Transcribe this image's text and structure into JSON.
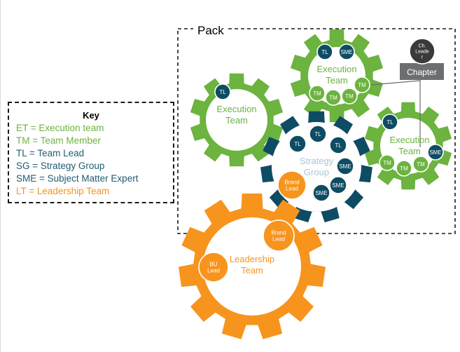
{
  "pack": {
    "label": "Pack"
  },
  "key": {
    "title": "Key",
    "entries": [
      {
        "text": "ET = Execution team",
        "color": "#6cb33f"
      },
      {
        "text": "TM = Team Member",
        "color": "#6cb33f"
      },
      {
        "text": "TL = Team Lead",
        "color": "#1f5c73"
      },
      {
        "text": "SG = Strategy Group",
        "color": "#1f5c73"
      },
      {
        "text": "SME = Subject Matter Expert",
        "color": "#1f5c73"
      },
      {
        "text": "LT = Leadership Team",
        "color": "#f5921e"
      }
    ]
  },
  "colors": {
    "green": "#6cb33f",
    "teal": "#0e4c63",
    "orange": "#f7941d",
    "gray": "#6d6e71",
    "dark_gray": "#3a3a3a"
  },
  "chapter": {
    "label": "Chapter",
    "leader_lines": [
      "Ch.",
      "Leade",
      "r"
    ]
  },
  "gears": {
    "execution_left": {
      "lines": [
        "Execution",
        "Team"
      ],
      "members": [
        "TL"
      ]
    },
    "execution_top": {
      "lines": [
        "Execution",
        "Team"
      ],
      "members": [
        "TL",
        "SME",
        "TM",
        "TM",
        "TM",
        "TM"
      ]
    },
    "execution_right": {
      "lines": [
        "Execution",
        "Team"
      ],
      "members": [
        "TL",
        "SME",
        "TM",
        "TM",
        "TM"
      ]
    },
    "strategy": {
      "lines": [
        "Strategy",
        "Group"
      ],
      "members": [
        "TL",
        "TL",
        "TL",
        "SME",
        "SME",
        "SME"
      ],
      "lead_lines": [
        "Brand",
        "Lead"
      ]
    },
    "leadership": {
      "lines": [
        "Leadership",
        "Team"
      ],
      "members": [
        [
          "Brand",
          "Lead"
        ],
        [
          "BU",
          "Lead"
        ]
      ]
    }
  }
}
